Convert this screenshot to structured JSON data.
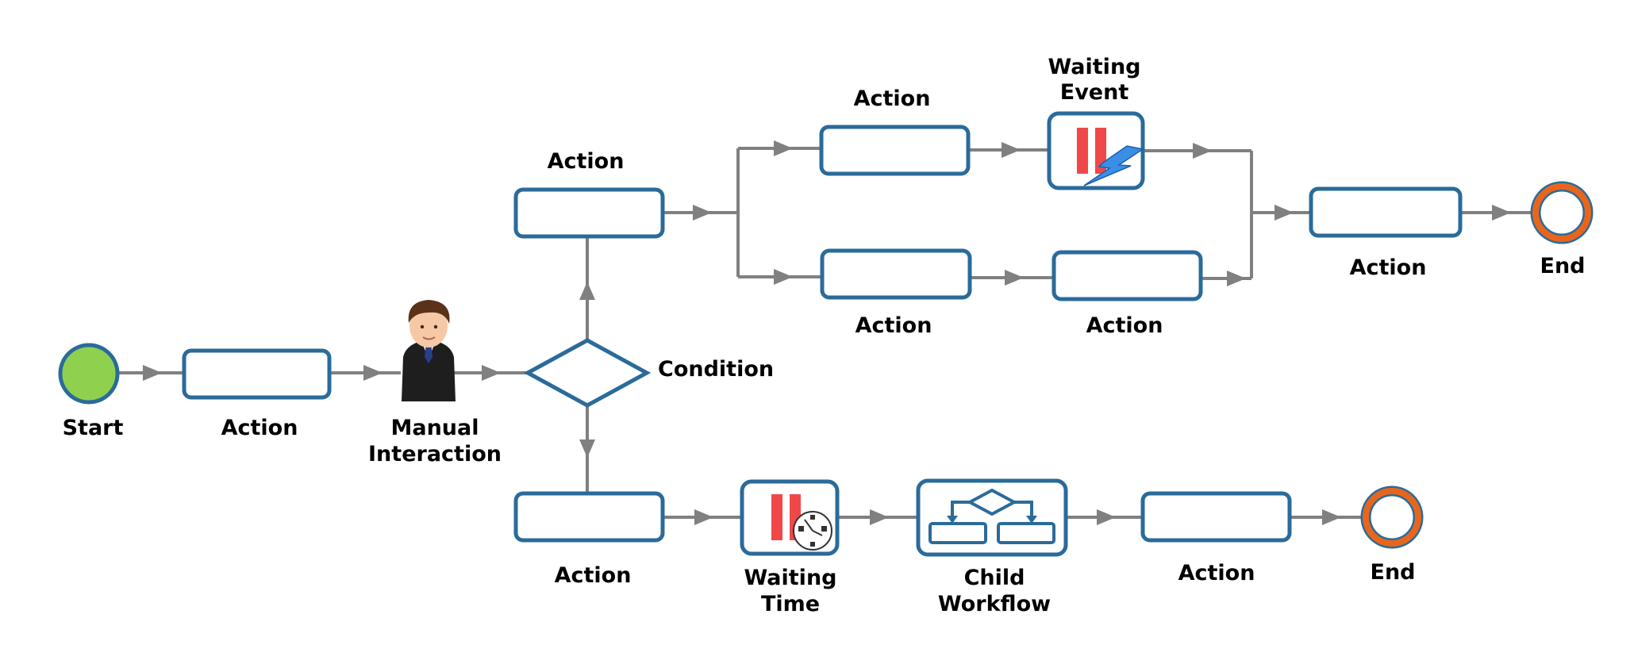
{
  "nodes": {
    "start": {
      "label": "Start"
    },
    "action_1": {
      "label": "Action"
    },
    "manual_interaction": {
      "label_line1": "Manual",
      "label_line2": "Interaction"
    },
    "condition": {
      "label": "Condition"
    },
    "action_upper": {
      "label": "Action"
    },
    "action_top_a": {
      "label": "Action"
    },
    "waiting_event": {
      "label_line1": "Waiting",
      "label_line2": "Event"
    },
    "action_mid_a": {
      "label": "Action"
    },
    "action_mid_b": {
      "label": "Action"
    },
    "action_merge": {
      "label": "Action"
    },
    "end_upper": {
      "label": "End"
    },
    "action_lower": {
      "label": "Action"
    },
    "waiting_time": {
      "label_line1": "Waiting",
      "label_line2": "Time"
    },
    "child_workflow": {
      "label_line1": "Child",
      "label_line2": "Workflow"
    },
    "action_lower_b": {
      "label": "Action"
    },
    "end_lower": {
      "label": "End"
    }
  },
  "colors": {
    "box_stroke": "#2a6b9a",
    "connector": "#808080",
    "start_fill": "#8fd14f",
    "end_ring": "#e8661c",
    "pause_bars": "#f04848",
    "lightning": "#3a8ee6"
  },
  "icons": {
    "manual_interaction": "person-icon",
    "waiting_event": "pause-lightning-icon",
    "waiting_time": "pause-clock-icon",
    "child_workflow": "sub-flowchart-icon"
  }
}
